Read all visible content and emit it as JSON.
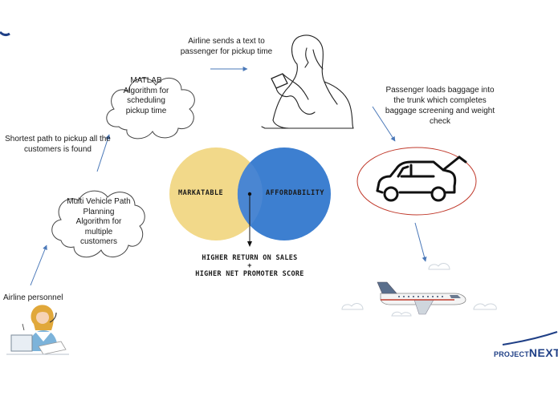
{
  "labels": {
    "airline_text": "Airline sends a text to passenger for pickup time",
    "matlab": "MATLAB Algorithm for scheduling pickup time",
    "shortest_path": "Shortest path to pickup all the customers is found",
    "multi_vehicle": "Multi Vehicle Path Planning Algorithm for multiple customers",
    "airline_personnel": "Airline personnel",
    "passenger_baggage": "Passenger loads baggage into the trunk which completes baggage screening and weight check"
  },
  "venn": {
    "left": "MARKATABLE",
    "right": "AFFORDABILITY",
    "result_line1": "HIGHER RETURN ON SALES",
    "plus": "+",
    "result_line2": "HIGHER NET PROMOTER SCORE",
    "left_color": "#f2d98a",
    "right_color": "#3d7fd0"
  },
  "logo": {
    "prefix": "PROJECT",
    "suffix": "NEXT"
  },
  "colors": {
    "arrow": "#4a78b8",
    "car_ellipse": "#c0392b",
    "logo": "#1f3f86"
  },
  "icons": [
    "woman-phone-icon",
    "car-trunk-icon",
    "airplane-icon",
    "airline-personnel-icon",
    "cloud-icon"
  ]
}
